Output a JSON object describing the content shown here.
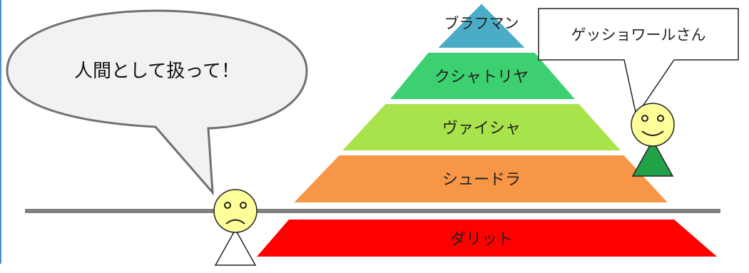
{
  "colors": {
    "tier_top": "#4bacc6",
    "tier_2": "#3cd070",
    "tier_3": "#a9e34b",
    "tier_4": "#f79646",
    "tier_bottom": "#ff0000",
    "divider": "#808080",
    "bubble_fill": "#f2f2f2",
    "happy_face": "#ffff99",
    "happy_body": "#22a34a",
    "sad_face": "#ffff99",
    "sad_body": "#ffffff",
    "frame_edge": "#4a8fd6"
  },
  "pyramid": {
    "tiers": [
      {
        "label": "ブラフマン"
      },
      {
        "label": "クシャトリヤ"
      },
      {
        "label": "ヴァイシャ"
      },
      {
        "label": "シュードラ"
      }
    ],
    "outcast": {
      "label": "ダリット"
    }
  },
  "speech": {
    "left_bubble": "人間として扱って！",
    "right_box": "ゲッショワールさん"
  },
  "icons": {
    "happy_person": "smiling-person-icon",
    "sad_person": "frowning-person-icon"
  }
}
